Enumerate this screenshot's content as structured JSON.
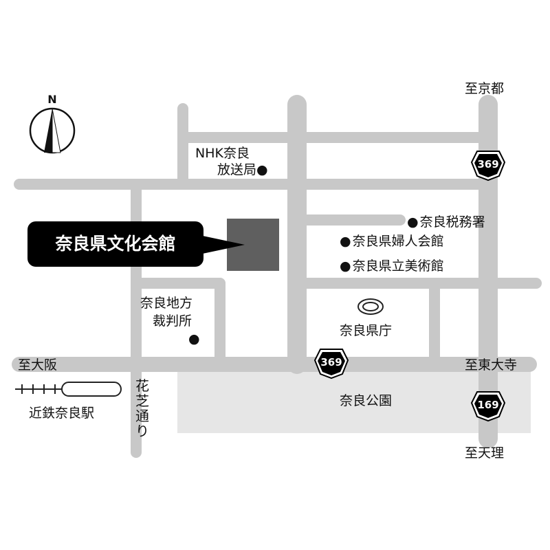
{
  "compass": {
    "letter": "N"
  },
  "venue": {
    "name": "奈良県文化会館"
  },
  "landmarks": {
    "nhk_line1": "NHK奈良",
    "nhk_line2": "放送局",
    "tax_office": "奈良税務署",
    "womens_hall": "奈良県婦人会館",
    "art_museum": "奈良県立美術館",
    "court_line1": "奈良地方",
    "court_line2": "裁判所",
    "prefectural_office": "奈良県庁",
    "park": "奈良公園",
    "station": "近鉄奈良駅"
  },
  "directions": {
    "kyoto": "至京都",
    "osaka": "至大阪",
    "todaiji": "至東大寺",
    "tenri": "至天理"
  },
  "street": {
    "hanashiba": "花芝通り"
  },
  "routes": {
    "r369_a": "369",
    "r369_b": "369",
    "r169": "169"
  },
  "colors": {
    "road": "#c8c8c8",
    "park": "#e6e6e6",
    "building": "#5f5f5f",
    "shield": "#000000"
  }
}
